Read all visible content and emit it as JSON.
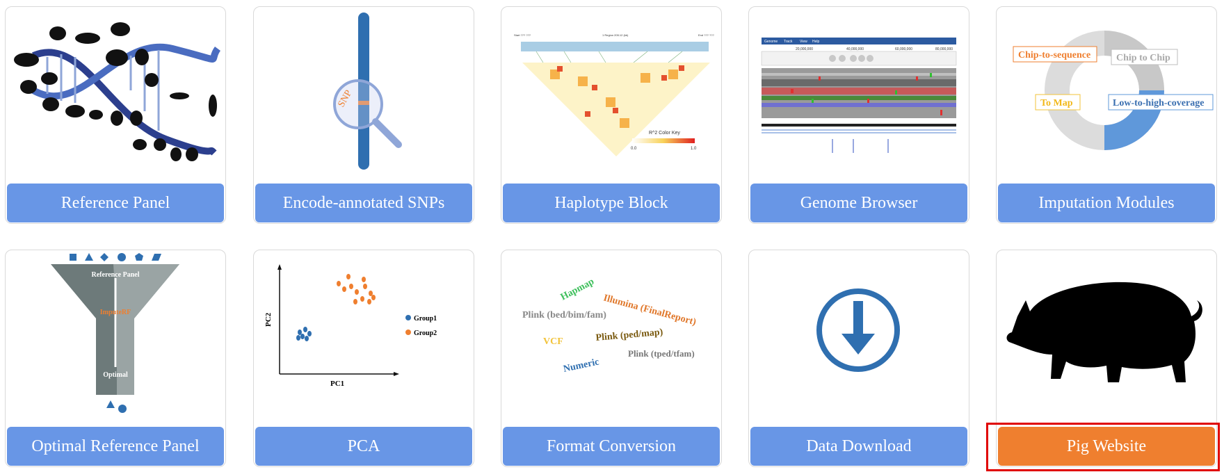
{
  "tiles": [
    {
      "label": "Reference Panel"
    },
    {
      "label": "Encode-annotated SNPs",
      "art_text": "SNP"
    },
    {
      "label": "Haplotype Block",
      "art_text": {
        "left": "Start ??? ???",
        "mid": "1 Region 205.12 (kb)",
        "right": "End ??? ???",
        "color_key": "R^2 Color Key",
        "min": "0.0",
        "max": "1.0"
      }
    },
    {
      "label": "Genome Browser",
      "art_text": {
        "menu": [
          "Genome",
          "Track",
          "View",
          "Help"
        ],
        "ticks": [
          "20,000,000",
          "40,000,000",
          "60,000,000",
          "80,000,000"
        ]
      }
    },
    {
      "label": "Imputation Modules",
      "art_text": {
        "a": "Chip-to-sequence",
        "b": "Chip to Chip",
        "c": "To Map",
        "d": "Low-to-high-coverage"
      }
    },
    {
      "label": "Optimal Reference Panel",
      "art_text": {
        "top": "Reference Panel",
        "mid": "ImputeRF",
        "bottom": "Optimal"
      }
    },
    {
      "label": "PCA",
      "art_text": {
        "x": "PC1",
        "y": "PC2",
        "g1": "Group1",
        "g2": "Group2"
      }
    },
    {
      "label": "Format Conversion",
      "art_text": {
        "f1": "Hapmap",
        "f2": "Illumina (FinalReport)",
        "f3": "Plink (bed/bim/fam)",
        "f4": "VCF",
        "f5": "Plink (ped/map)",
        "f6": "Numeric",
        "f7": "Plink (tped/tfam)"
      }
    },
    {
      "label": "Data Download"
    },
    {
      "label": "Pig Website"
    }
  ],
  "colors": {
    "button": "#6896e6",
    "button_active": "#ef7f2f",
    "highlight": "#e00000"
  }
}
